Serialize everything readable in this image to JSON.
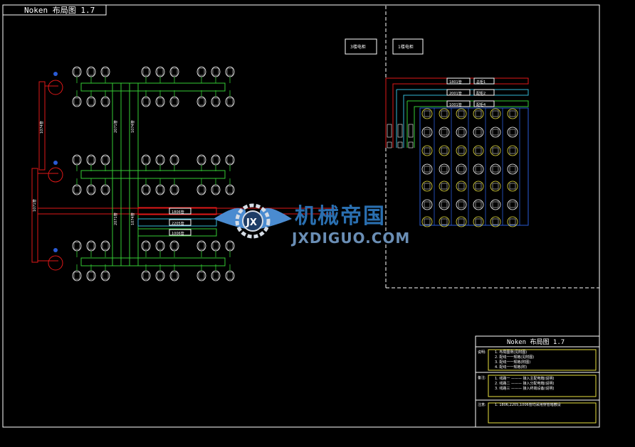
{
  "drawing": {
    "title_tag": "Noken 布局图 1.7",
    "title_block_header": "Noken 布局图 1.7"
  },
  "rooms": {
    "room_a": "3楼电柜",
    "room_b": "1楼电柜"
  },
  "cables_left": {
    "vertical_a": "1071管",
    "vertical_b": "1074管",
    "vertical_c": "2071管",
    "vertical_d": "1074管",
    "vertical_e": "2071管",
    "vertical_f": "1074管"
  },
  "cables_mid": [
    "1806管",
    "2205管",
    "1006管"
  ],
  "cables_right": [
    {
      "code": "1801管",
      "tag": "总柜1"
    },
    {
      "code": "2001管",
      "tag": "配柜2"
    },
    {
      "code": "1001管",
      "tag": "配柜4"
    }
  ],
  "watermark": {
    "cn": "机械帝国",
    "en": "JXDIGUO.COM"
  },
  "notes": {
    "section1_label": "说明:",
    "section1_lines": [
      "1. 布局图例(见附图)",
      "2. 配线一一规格(见附图)",
      "3. 配线一一规格(附图)",
      "4. 配线一一规格(附)"
    ],
    "section2_label": "备注:",
    "section2_lines": [
      "1. 线路一 ——— 接入主配电箱(说明)",
      "2. 线路二 ——— 接入分配电箱(说明)",
      "3. 线路三 ——— 接入终端设备(说明)"
    ],
    "section3_label": "注意:",
    "section3_lines": [
      "1. 1806,2205,1006管均采用穿管暗敷设"
    ]
  },
  "colors": {
    "red": "#e01818",
    "green": "#33cc33",
    "cyan": "#35b9d6",
    "yellow": "#e8e040",
    "blue": "#2a5bd6",
    "white": "#ffffff"
  }
}
